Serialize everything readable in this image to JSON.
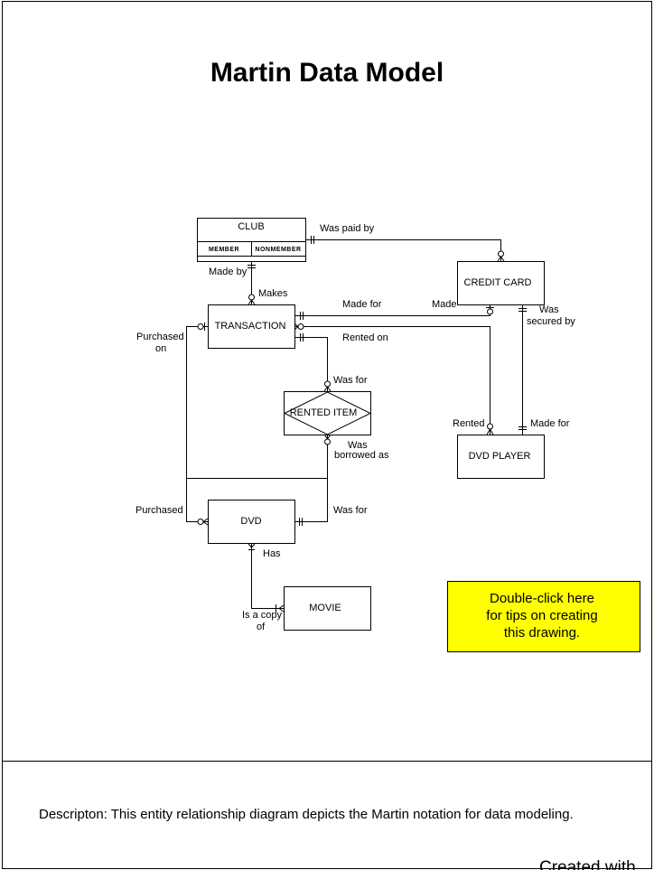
{
  "title": "Martin Data Model",
  "entities": {
    "club": "CLUB",
    "club_member": "MEMBER",
    "club_nonmember": "NONMEMBER",
    "credit_card": "CREDIT CARD",
    "transaction": "TRANSACTION",
    "rented_item": "RENTED ITEM",
    "dvd_player": "DVD PLAYER",
    "dvd": "DVD",
    "movie": "MOVIE"
  },
  "labels": {
    "was_paid_by": "Was paid by",
    "made_by": "Made by",
    "makes": "Makes",
    "made_for_1": "Made for",
    "made": "Made",
    "was_secured_1": "Was",
    "was_secured_2": "secured by",
    "rented_on": "Rented on",
    "purchased_on_1": "Purchased",
    "purchased_on_2": "on",
    "was_for_1": "Was for",
    "was_borrowed_1": "Was",
    "was_borrowed_2": "borrowed as",
    "rented": "Rented",
    "made_for_2": "Made for",
    "purchased": "Purchased",
    "was_for_2": "Was for",
    "has": "Has",
    "is_copy_1": "Is a copy",
    "is_copy_2": "of"
  },
  "note": {
    "line1": "Double-click here",
    "line2": "for tips on creating",
    "line3": "this drawing.",
    "color": "#FFFF00"
  },
  "description": "Descripton:  This entity relationship diagram depicts the Martin notation for data modeling.",
  "footer": "Created with"
}
